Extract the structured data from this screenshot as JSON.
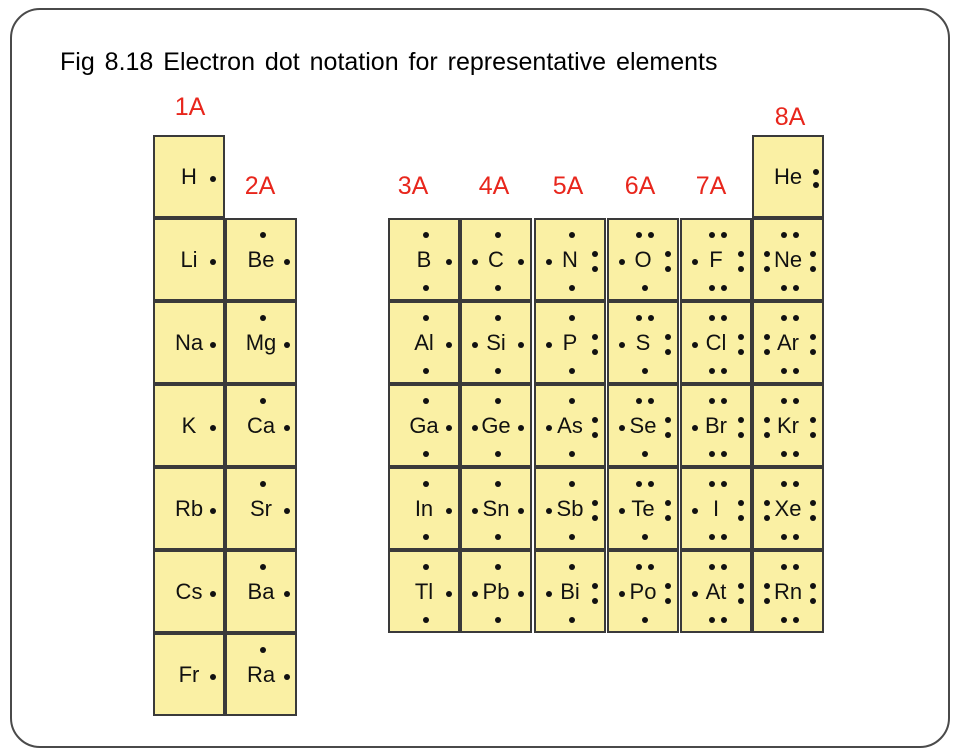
{
  "title": "Fig 8.18  Electron dot notation for representative elements",
  "groups": [
    {
      "id": "1A",
      "label": "1A",
      "electrons": 1,
      "elements": [
        "H",
        "Li",
        "Na",
        "K",
        "Rb",
        "Cs",
        "Fr"
      ]
    },
    {
      "id": "2A",
      "label": "2A",
      "electrons": 2,
      "elements": [
        "Be",
        "Mg",
        "Ca",
        "Sr",
        "Ba",
        "Ra"
      ]
    },
    {
      "id": "3A",
      "label": "3A",
      "electrons": 3,
      "elements": [
        "B",
        "Al",
        "Ga",
        "In",
        "Tl"
      ]
    },
    {
      "id": "4A",
      "label": "4A",
      "electrons": 4,
      "elements": [
        "C",
        "Si",
        "Ge",
        "Sn",
        "Pb"
      ]
    },
    {
      "id": "5A",
      "label": "5A",
      "electrons": 5,
      "elements": [
        "N",
        "P",
        "As",
        "Sb",
        "Bi"
      ]
    },
    {
      "id": "6A",
      "label": "6A",
      "electrons": 6,
      "elements": [
        "O",
        "S",
        "Se",
        "Te",
        "Po"
      ]
    },
    {
      "id": "7A",
      "label": "7A",
      "electrons": 7,
      "elements": [
        "F",
        "Cl",
        "Br",
        "I",
        "At"
      ]
    },
    {
      "id": "8A",
      "label": "8A",
      "electrons": 8,
      "elements": [
        "He",
        "Ne",
        "Ar",
        "Kr",
        "Xe",
        "Rn"
      ],
      "electrons_first": 2
    }
  ],
  "colors": {
    "cell_fill": "#faf0a4",
    "cell_border": "#3a3a3a",
    "group_label": "#e8261c",
    "title": "#000000"
  }
}
